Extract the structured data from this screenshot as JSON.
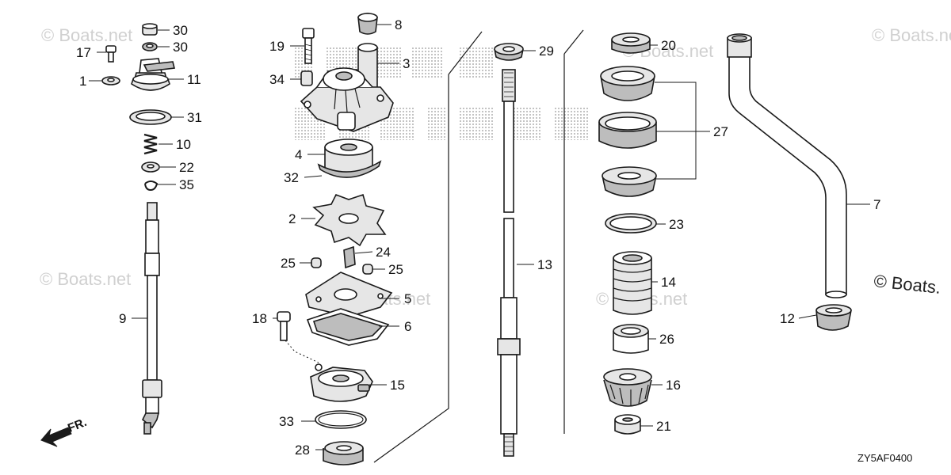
{
  "callouts": [
    {
      "id": "30a",
      "label": "30"
    },
    {
      "id": "30b",
      "label": "30"
    },
    {
      "id": "17",
      "label": "17"
    },
    {
      "id": "1",
      "label": "1"
    },
    {
      "id": "11",
      "label": "11"
    },
    {
      "id": "31",
      "label": "31"
    },
    {
      "id": "10",
      "label": "10"
    },
    {
      "id": "22",
      "label": "22"
    },
    {
      "id": "35",
      "label": "35"
    },
    {
      "id": "9",
      "label": "9"
    },
    {
      "id": "8",
      "label": "8"
    },
    {
      "id": "19",
      "label": "19"
    },
    {
      "id": "3",
      "label": "3"
    },
    {
      "id": "34",
      "label": "34"
    },
    {
      "id": "4",
      "label": "4"
    },
    {
      "id": "32",
      "label": "32"
    },
    {
      "id": "2",
      "label": "2"
    },
    {
      "id": "24",
      "label": "24"
    },
    {
      "id": "25a",
      "label": "25"
    },
    {
      "id": "25b",
      "label": "25"
    },
    {
      "id": "5",
      "label": "5"
    },
    {
      "id": "18",
      "label": "18"
    },
    {
      "id": "6",
      "label": "6"
    },
    {
      "id": "15",
      "label": "15"
    },
    {
      "id": "33",
      "label": "33"
    },
    {
      "id": "28",
      "label": "28"
    },
    {
      "id": "29",
      "label": "29"
    },
    {
      "id": "13",
      "label": "13"
    },
    {
      "id": "20",
      "label": "20"
    },
    {
      "id": "27",
      "label": "27"
    },
    {
      "id": "23",
      "label": "23"
    },
    {
      "id": "14",
      "label": "14"
    },
    {
      "id": "26",
      "label": "26"
    },
    {
      "id": "16",
      "label": "16"
    },
    {
      "id": "21",
      "label": "21"
    },
    {
      "id": "7",
      "label": "7"
    },
    {
      "id": "12",
      "label": "12"
    }
  ],
  "watermark_text": "© Boats.net",
  "watermark_large": "© Boats.",
  "drawing_code": "ZY5AF0400",
  "front_marker": "FR.",
  "colors": {
    "ink": "#1a1a1a",
    "watermark": "#d0d0d0",
    "background": "#ffffff"
  }
}
